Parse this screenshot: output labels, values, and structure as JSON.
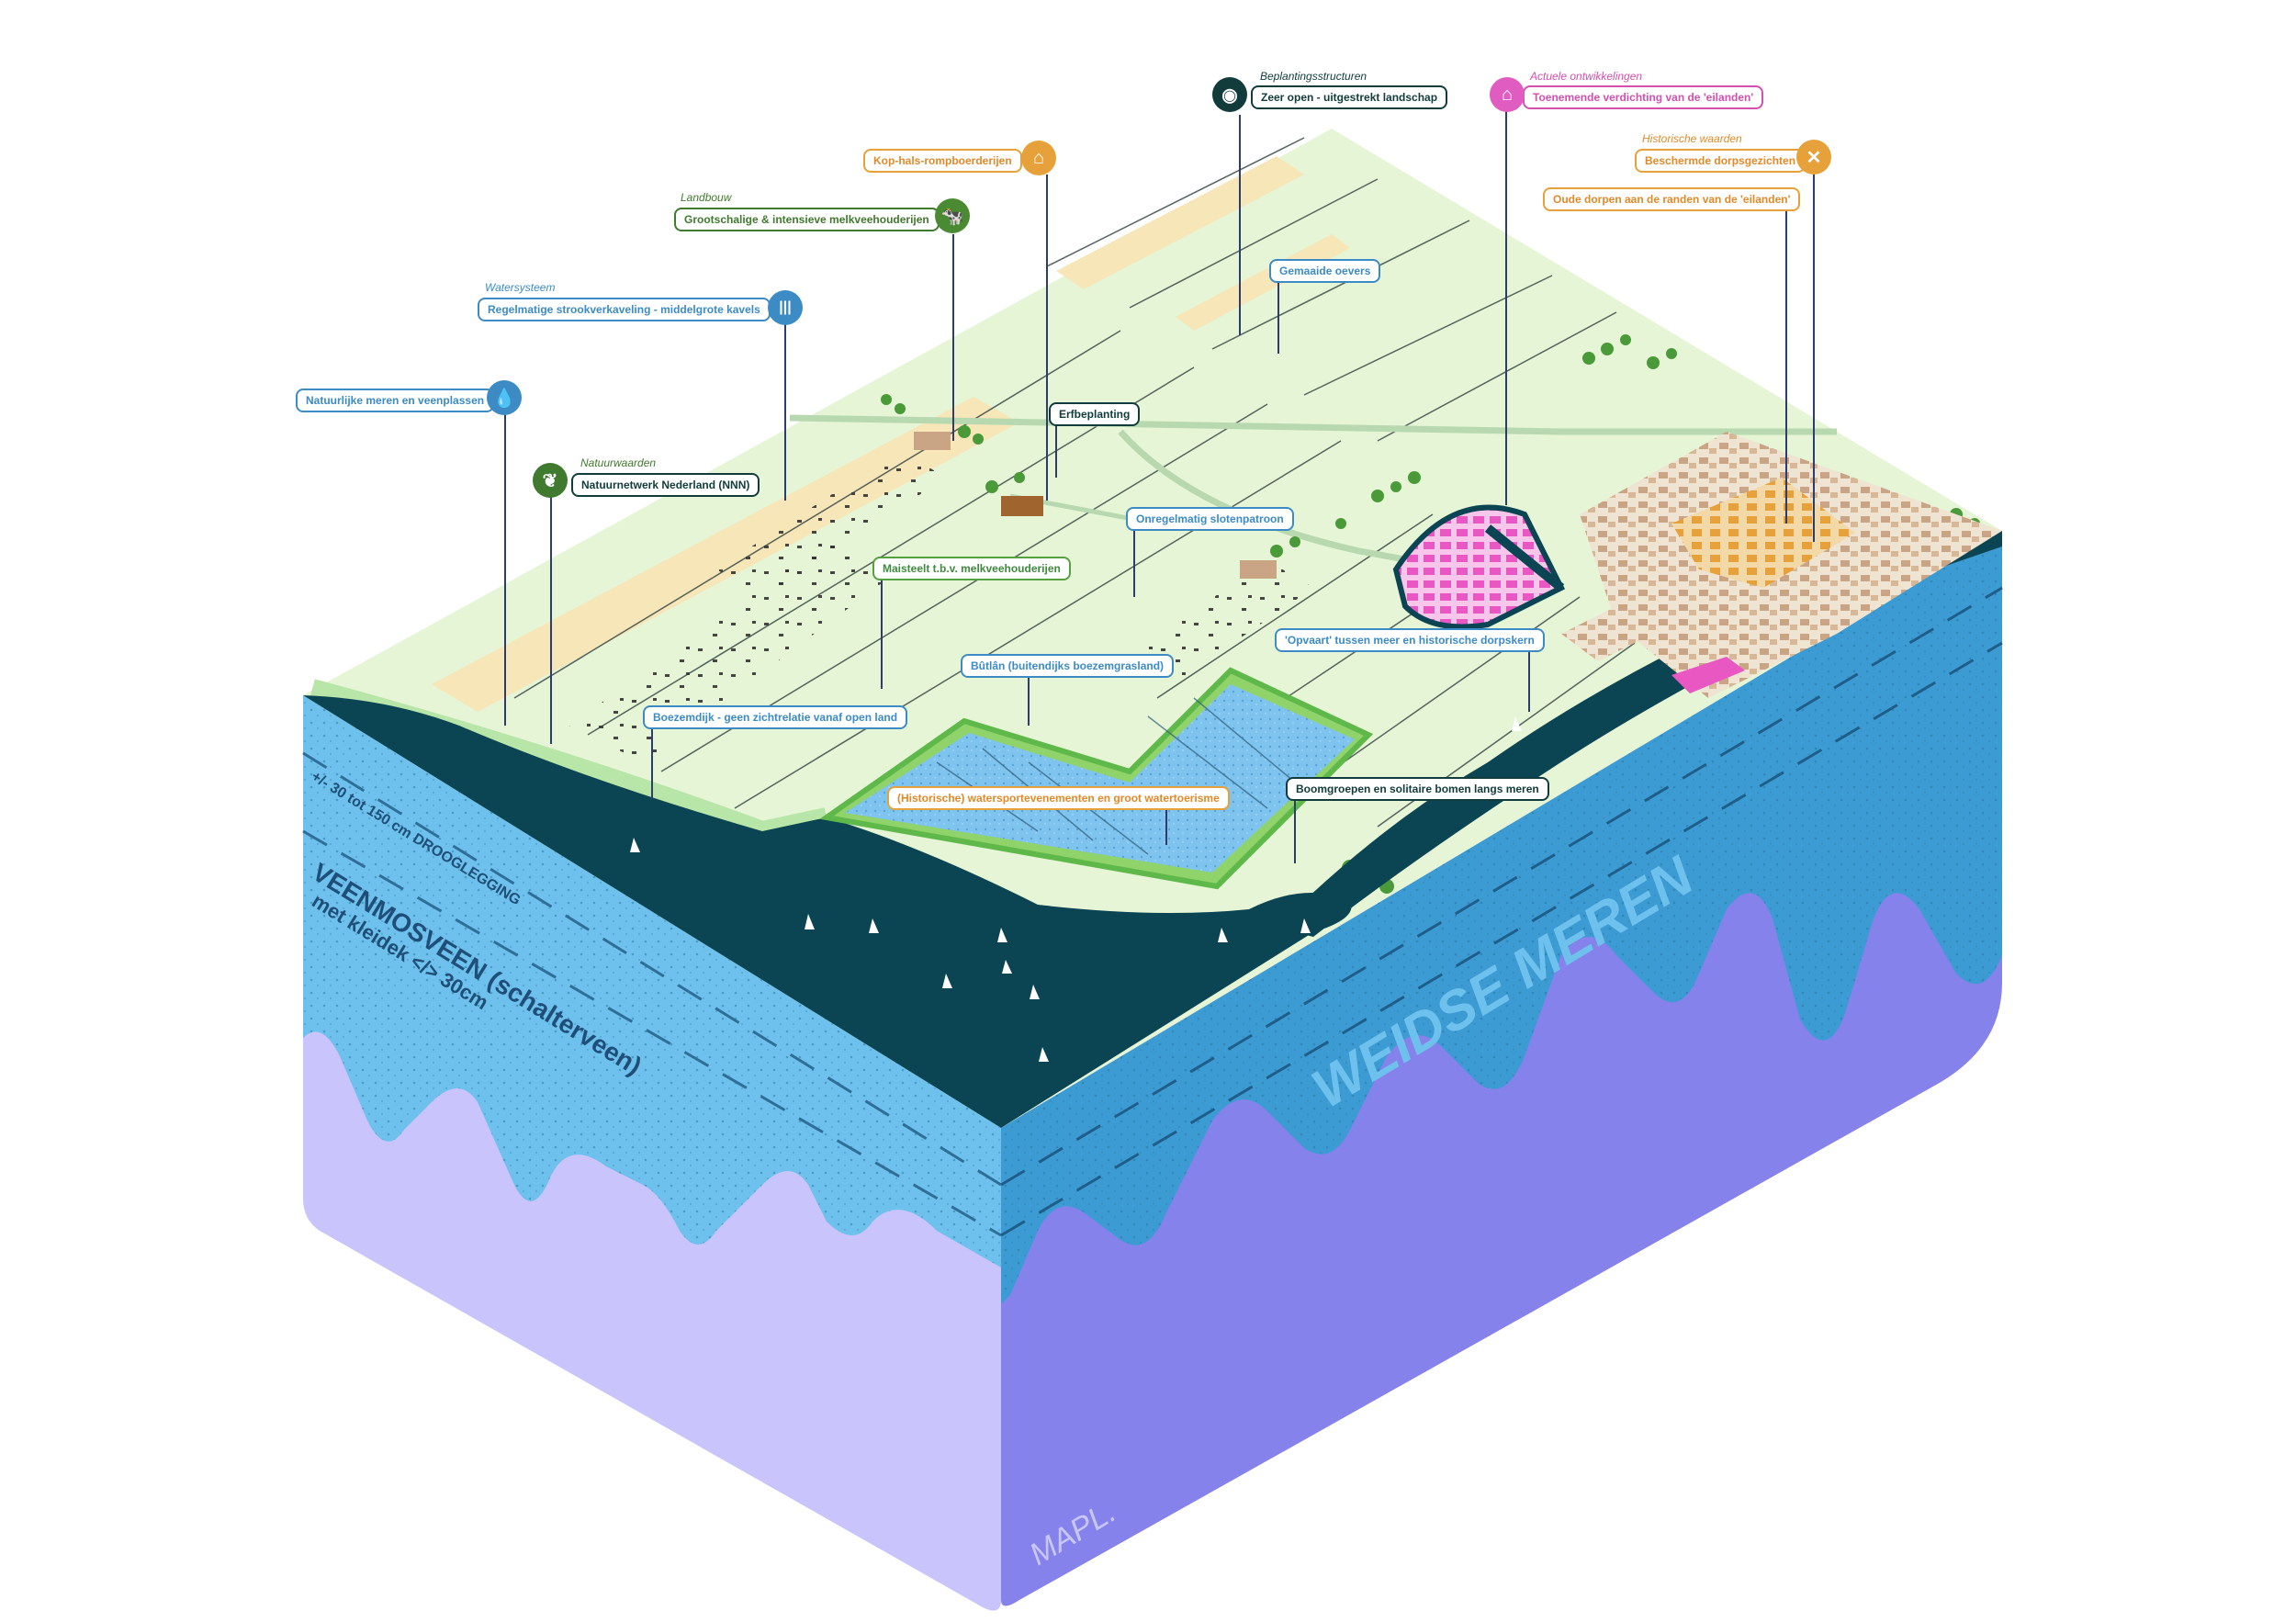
{
  "side_labels": {
    "front_title": "VEENMOSVEEN (schalterveen)",
    "front_sub": "met kleidek </> 30cm",
    "front_top": "+/- 30 tot 150 cm DROOGLEGGING",
    "right_title": "WEIDSE MEREN",
    "logo": "MAPL."
  },
  "callouts": {
    "natuurlijke_meren": {
      "label": "Natuurlijke meren en veenplassen",
      "icon": "water-drop-icon"
    },
    "watersysteem": {
      "category": "Watersysteem",
      "label": "Regelmatige strookverkaveling - middelgrote kavels",
      "icon": "water-lines-icon"
    },
    "landbouw": {
      "category": "Landbouw",
      "label": "Grootschalige & intensieve melkveehouderijen",
      "icon": "cow-icon"
    },
    "natuurwaarden": {
      "category": "Natuurwaarden",
      "label": "Natuurnetwerk Nederland (NNN)",
      "icon": "leaf-icon"
    },
    "kop_hals": {
      "label": "Kop-hals-rompboerderijen",
      "icon": "farmhouse-icon"
    },
    "beplanting": {
      "category": "Beplantingsstructuren",
      "label": "Zeer open - uitgestrekt landschap",
      "icon": "eye-icon"
    },
    "actuele": {
      "category": "Actuele ontwikkelingen",
      "label": "Toenemende verdichting van de 'eilanden'",
      "icon": "house-icon"
    },
    "historische": {
      "category": "Historische waarden",
      "label": "Beschermde dorpsgezichten",
      "icon": "windmill-icon"
    },
    "oude_dorpen": {
      "label": "Oude dorpen aan de randen van de 'eilanden'"
    },
    "gemaaide": {
      "label": "Gemaaide oevers"
    },
    "erfbeplanting": {
      "label": "Erfbeplanting"
    },
    "onregelmatig": {
      "label": "Onregelmatig slotenpatroon"
    },
    "maisteelt": {
      "label": "Maisteelt t.b.v. melkveehouderijen"
    },
    "butlan": {
      "label": "Bûtlân (buitendijks boezemgrasland)"
    },
    "opvaart": {
      "label": "'Opvaart' tussen meer en historische dorpskern"
    },
    "boezemdijk": {
      "label": "Boezemdijk - geen zichtrelatie vanaf open land"
    },
    "watersport": {
      "label": "(Historische) watersportevenementen en groot watertoerisme"
    },
    "boomgroepen": {
      "label": "Boomgroepen en solitaire bomen langs meren"
    }
  },
  "colors": {
    "lake": "#0b4452",
    "top_green": "#e6f5d6",
    "field_sand": "#f6e6b8",
    "layer_light_blue": "#6ec1ec",
    "layer_dark_blue": "#3d9bd3",
    "subsoil_lavender": "#c9c4fb",
    "subsoil_purple": "#8582ec",
    "new_housing_pink": "#e857c2",
    "village_orange": "#e7a13a"
  }
}
